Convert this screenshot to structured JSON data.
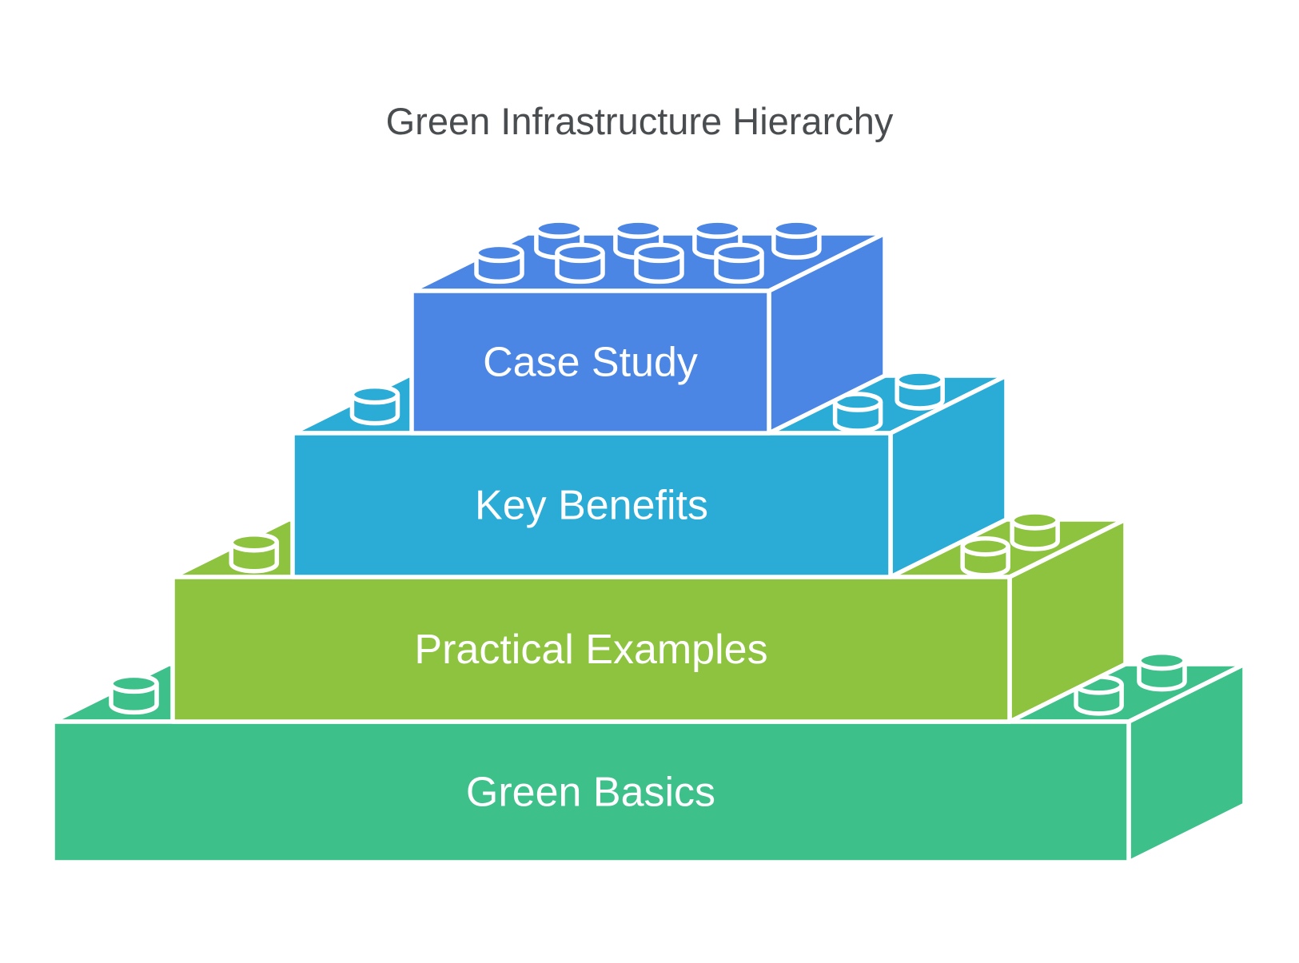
{
  "title": "Green Infrastructure Hierarchy",
  "title_color": "#4a4d50",
  "background_color": "#ffffff",
  "outline_color": "#ffffff",
  "label_text_color": "#ffffff",
  "bricks": [
    {
      "id": "green-basics",
      "label": "Green Basics",
      "color": "#3ec08b",
      "level": 1,
      "studs_visible": 3
    },
    {
      "id": "practical-examples",
      "label": "Practical Examples",
      "color": "#8dc33f",
      "level": 2,
      "studs_visible": 3
    },
    {
      "id": "key-benefits",
      "label": "Key Benefits",
      "color": "#2aacd6",
      "level": 3,
      "studs_visible": 3
    },
    {
      "id": "case-study",
      "label": "Case Study",
      "color": "#4b86e5",
      "level": 4,
      "studs_visible": 8
    }
  ]
}
